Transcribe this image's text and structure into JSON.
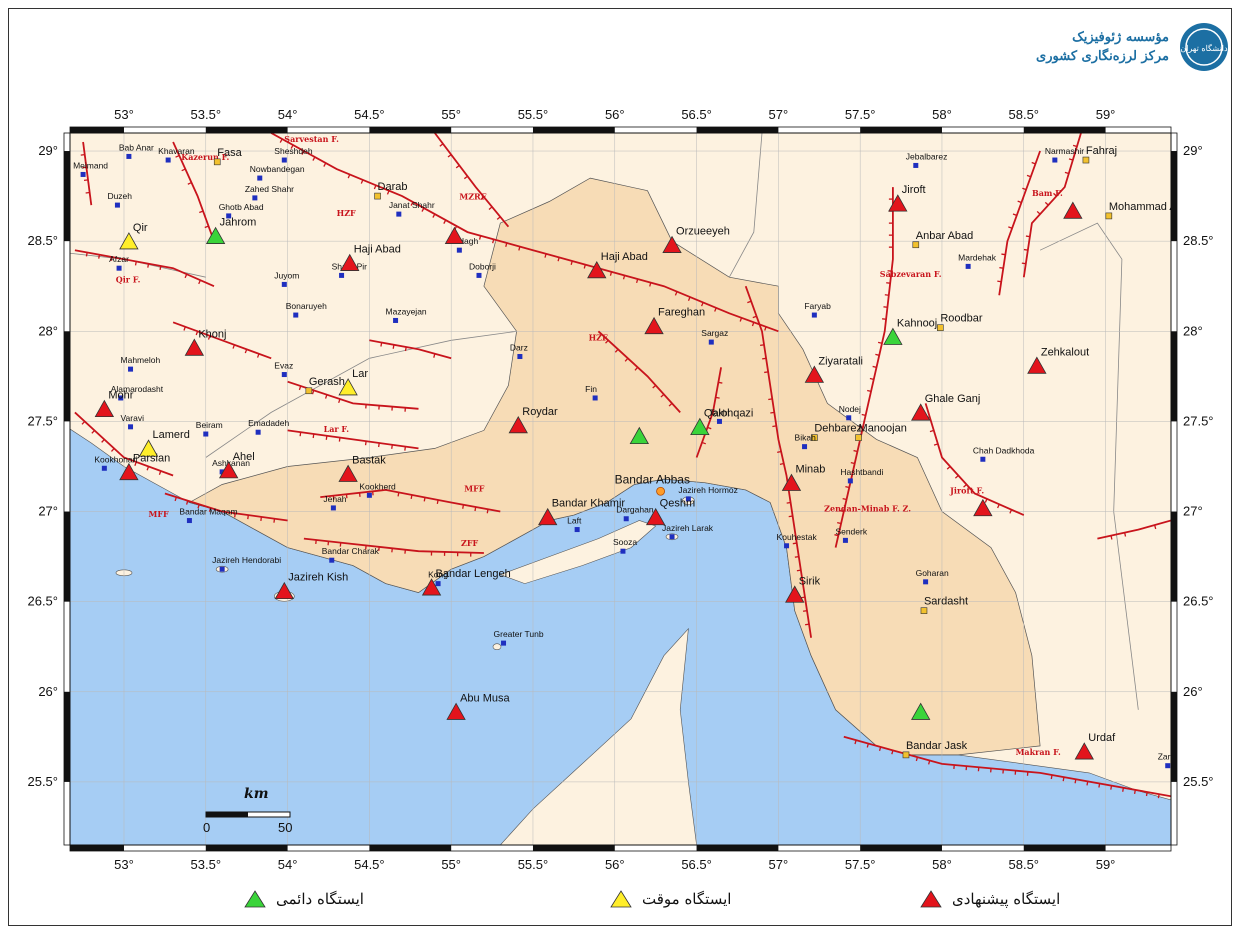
{
  "header": {
    "title_line1": "مؤسسه ژئوفیزیک",
    "title_line2": "مرکز لرزه‌نگاری کشوری",
    "logo_text": "دانشگاه تهران"
  },
  "map": {
    "lon_range": [
      52.67,
      59.4
    ],
    "lat_range": [
      25.15,
      29.1
    ],
    "lon_ticks": [
      "53°",
      "53.5°",
      "54°",
      "54.5°",
      "55°",
      "55.5°",
      "56°",
      "56.5°",
      "57°",
      "57.5°",
      "58°",
      "58.5°",
      "59°"
    ],
    "lat_ticks": [
      "25.5°",
      "26°",
      "26.5°",
      "27°",
      "27.5°",
      "28°",
      "28.5°",
      "29°"
    ],
    "colors": {
      "sea": "#a6cdf4",
      "land_study": "#f7dcb6",
      "land_other": "#fdf2e0",
      "fault": "#c8141c",
      "station_permanent": "#3ad43a",
      "station_temporary": "#ffee2a",
      "station_proposed": "#e3141c",
      "city_major": "#f2c12e",
      "city_minor": "#1f2fbf"
    },
    "scale_bar": {
      "title": "km",
      "labels": [
        "0",
        "50"
      ]
    },
    "cities": [
      {
        "name": "Bab Anar",
        "lon": 53.03,
        "lat": 28.97,
        "size": "s"
      },
      {
        "name": "Khavaran",
        "lon": 53.27,
        "lat": 28.95,
        "size": "s"
      },
      {
        "name": "Fasa",
        "lon": 53.57,
        "lat": 28.94,
        "size": "M"
      },
      {
        "name": "Sheshdeh",
        "lon": 53.98,
        "lat": 28.95,
        "size": "s"
      },
      {
        "name": "Meimand",
        "lon": 52.75,
        "lat": 28.87,
        "size": "s"
      },
      {
        "name": "Nowbandegan",
        "lon": 53.83,
        "lat": 28.85,
        "size": "s"
      },
      {
        "name": "Darab",
        "lon": 54.55,
        "lat": 28.75,
        "size": "M"
      },
      {
        "name": "Duzeh",
        "lon": 52.96,
        "lat": 28.7,
        "size": "s"
      },
      {
        "name": "Zahed Shahr",
        "lon": 53.8,
        "lat": 28.74,
        "size": "s"
      },
      {
        "name": "Janat Shahr",
        "lon": 54.68,
        "lat": 28.65,
        "size": "s"
      },
      {
        "name": "Ghotb Abad",
        "lon": 53.64,
        "lat": 28.64,
        "size": "s"
      },
      {
        "name": "Afzar",
        "lon": 52.97,
        "lat": 28.35,
        "size": "s"
      },
      {
        "name": "Juyom",
        "lon": 53.98,
        "lat": 28.26,
        "size": "s"
      },
      {
        "name": "Shahr Pir",
        "lon": 54.33,
        "lat": 28.31,
        "size": "s"
      },
      {
        "name": "Doborji",
        "lon": 55.17,
        "lat": 28.31,
        "size": "s"
      },
      {
        "name": "Fadagh",
        "lon": 55.05,
        "lat": 28.45,
        "size": "s"
      },
      {
        "name": "Bonaruyeh",
        "lon": 54.05,
        "lat": 28.09,
        "size": "s"
      },
      {
        "name": "Mazayejan",
        "lon": 54.66,
        "lat": 28.06,
        "size": "s"
      },
      {
        "name": "Darz",
        "lon": 55.42,
        "lat": 27.86,
        "size": "s"
      },
      {
        "name": "Mahmeloh",
        "lon": 53.04,
        "lat": 27.79,
        "size": "s"
      },
      {
        "name": "Evaz",
        "lon": 53.98,
        "lat": 27.76,
        "size": "s"
      },
      {
        "name": "Gerash",
        "lon": 54.13,
        "lat": 27.67,
        "size": "M"
      },
      {
        "name": "Alamarodasht",
        "lon": 52.98,
        "lat": 27.63,
        "size": "s"
      },
      {
        "name": "Varavi",
        "lon": 53.04,
        "lat": 27.47,
        "size": "s"
      },
      {
        "name": "Beiram",
        "lon": 53.5,
        "lat": 27.43,
        "size": "s"
      },
      {
        "name": "Emadadeh",
        "lon": 53.82,
        "lat": 27.44,
        "size": "s"
      },
      {
        "name": "Fin",
        "lon": 55.88,
        "lat": 27.63,
        "size": "s"
      },
      {
        "name": "Kookhonari",
        "lon": 52.88,
        "lat": 27.24,
        "size": "s"
      },
      {
        "name": "Ashkanan",
        "lon": 53.6,
        "lat": 27.22,
        "size": "s"
      },
      {
        "name": "Kookherd",
        "lon": 54.5,
        "lat": 27.09,
        "size": "s"
      },
      {
        "name": "Jenah",
        "lon": 54.28,
        "lat": 27.02,
        "size": "s"
      },
      {
        "name": "Bandar Maqam",
        "lon": 53.4,
        "lat": 26.95,
        "size": "s"
      },
      {
        "name": "Dargahan",
        "lon": 56.07,
        "lat": 26.96,
        "size": "s"
      },
      {
        "name": "Laft",
        "lon": 55.77,
        "lat": 26.9,
        "size": "s"
      },
      {
        "name": "Sooza",
        "lon": 56.05,
        "lat": 26.78,
        "size": "s"
      },
      {
        "name": "Bandar Charak",
        "lon": 54.27,
        "lat": 26.73,
        "size": "s"
      },
      {
        "name": "Jazireh Hendorabi",
        "lon": 53.6,
        "lat": 26.68,
        "size": "s"
      },
      {
        "name": "Kong",
        "lon": 54.92,
        "lat": 26.6,
        "size": "s"
      },
      {
        "name": "Greater Tunb",
        "lon": 55.32,
        "lat": 26.27,
        "size": "s"
      },
      {
        "name": "Jebalbarez",
        "lon": 57.84,
        "lat": 28.92,
        "size": "s"
      },
      {
        "name": "Narmashir",
        "lon": 58.69,
        "lat": 28.95,
        "size": "s"
      },
      {
        "name": "Fahraj",
        "lon": 58.88,
        "lat": 28.95,
        "size": "M"
      },
      {
        "name": "Mohammad Abad",
        "lon": 59.02,
        "lat": 28.64,
        "size": "M"
      },
      {
        "name": "Anbar Abad",
        "lon": 57.84,
        "lat": 28.48,
        "size": "M"
      },
      {
        "name": "Mardehak",
        "lon": 58.16,
        "lat": 28.36,
        "size": "s"
      },
      {
        "name": "Faryab",
        "lon": 57.22,
        "lat": 28.09,
        "size": "s"
      },
      {
        "name": "Roodbar",
        "lon": 57.99,
        "lat": 28.02,
        "size": "M"
      },
      {
        "name": "Sargaz",
        "lon": 56.59,
        "lat": 27.94,
        "size": "s"
      },
      {
        "name": "Nodej",
        "lon": 57.43,
        "lat": 27.52,
        "size": "s"
      },
      {
        "name": "Takht",
        "lon": 56.64,
        "lat": 27.5,
        "size": "s"
      },
      {
        "name": "Dehbarez",
        "lon": 57.22,
        "lat": 27.41,
        "size": "M"
      },
      {
        "name": "Manoojan",
        "lon": 57.49,
        "lat": 27.41,
        "size": "M"
      },
      {
        "name": "Bikah",
        "lon": 57.16,
        "lat": 27.36,
        "size": "s"
      },
      {
        "name": "Chah Dadkhoda",
        "lon": 58.25,
        "lat": 27.29,
        "size": "s"
      },
      {
        "name": "Hashtbandi",
        "lon": 57.44,
        "lat": 27.17,
        "size": "s"
      },
      {
        "name": "Jazireh Hormoz",
        "lon": 56.45,
        "lat": 27.07,
        "size": "s"
      },
      {
        "name": "Jazireh Larak",
        "lon": 56.35,
        "lat": 26.86,
        "size": "s"
      },
      {
        "name": "Kouhestak",
        "lon": 57.05,
        "lat": 26.81,
        "size": "s"
      },
      {
        "name": "Senderk",
        "lon": 57.41,
        "lat": 26.84,
        "size": "s"
      },
      {
        "name": "Goharan",
        "lon": 57.9,
        "lat": 26.61,
        "size": "s"
      },
      {
        "name": "Sardasht",
        "lon": 57.89,
        "lat": 26.45,
        "size": "M"
      },
      {
        "name": "Bandar Jask",
        "lon": 57.78,
        "lat": 25.65,
        "size": "M"
      },
      {
        "name": "Zarabad",
        "lon": 59.38,
        "lat": 25.59,
        "size": "s"
      }
    ],
    "city_label_only": [
      {
        "name": "Bandar Abbas",
        "lon": 56.28,
        "lat": 27.19
      }
    ],
    "stations": [
      {
        "name": "Jahrom",
        "lon": 53.56,
        "lat": 28.52,
        "type": "permanent"
      },
      {
        "name": "Kahnooj",
        "lon": 57.7,
        "lat": 27.96,
        "type": "permanent"
      },
      {
        "name": "",
        "lon": 56.15,
        "lat": 27.41,
        "type": "permanent"
      },
      {
        "name": "Qalohqazi",
        "lon": 56.52,
        "lat": 27.46,
        "type": "permanent"
      },
      {
        "name": "",
        "lon": 57.87,
        "lat": 25.88,
        "type": "permanent"
      },
      {
        "name": "Qir",
        "lon": 53.03,
        "lat": 28.49,
        "type": "temporary"
      },
      {
        "name": "Lar",
        "lon": 54.37,
        "lat": 27.68,
        "type": "temporary"
      },
      {
        "name": "Lamerd",
        "lon": 53.15,
        "lat": 27.34,
        "type": "temporary"
      },
      {
        "name": "Haji Abad",
        "lon": 54.38,
        "lat": 28.37,
        "type": "proposed"
      },
      {
        "name": "",
        "lon": 55.02,
        "lat": 28.52,
        "type": "proposed"
      },
      {
        "name": "Haji Abad",
        "lon": 55.89,
        "lat": 28.33,
        "type": "proposed"
      },
      {
        "name": "Orzueeyeh",
        "lon": 56.35,
        "lat": 28.47,
        "type": "proposed"
      },
      {
        "name": "Jiroft",
        "lon": 57.73,
        "lat": 28.7,
        "type": "proposed"
      },
      {
        "name": "",
        "lon": 58.8,
        "lat": 28.66,
        "type": "proposed"
      },
      {
        "name": "Fareghan",
        "lon": 56.24,
        "lat": 28.02,
        "type": "proposed"
      },
      {
        "name": "Khonj",
        "lon": 53.43,
        "lat": 27.9,
        "type": "proposed"
      },
      {
        "name": "Mohr",
        "lon": 52.88,
        "lat": 27.56,
        "type": "proposed"
      },
      {
        "name": "Ziyaratali",
        "lon": 57.22,
        "lat": 27.75,
        "type": "proposed"
      },
      {
        "name": "Zehkalout",
        "lon": 58.58,
        "lat": 27.8,
        "type": "proposed"
      },
      {
        "name": "Ghale Ganj",
        "lon": 57.87,
        "lat": 27.54,
        "type": "proposed"
      },
      {
        "name": "Roydar",
        "lon": 55.41,
        "lat": 27.47,
        "type": "proposed"
      },
      {
        "name": "Parsian",
        "lon": 53.03,
        "lat": 27.21,
        "type": "proposed"
      },
      {
        "name": "Ahel",
        "lon": 53.64,
        "lat": 27.22,
        "type": "proposed"
      },
      {
        "name": "Bastak",
        "lon": 54.37,
        "lat": 27.2,
        "type": "proposed"
      },
      {
        "name": "Minab",
        "lon": 57.08,
        "lat": 27.15,
        "type": "proposed"
      },
      {
        "name": "",
        "lon": 58.25,
        "lat": 27.01,
        "type": "proposed"
      },
      {
        "name": "Bandar Khamir",
        "lon": 55.59,
        "lat": 26.96,
        "type": "proposed"
      },
      {
        "name": "Qeshm",
        "lon": 56.25,
        "lat": 26.96,
        "type": "proposed"
      },
      {
        "name": "Jazireh Kish",
        "lon": 53.98,
        "lat": 26.55,
        "type": "proposed"
      },
      {
        "name": "Bandar Lengeh",
        "lon": 54.88,
        "lat": 26.57,
        "type": "proposed"
      },
      {
        "name": "Sirik",
        "lon": 57.1,
        "lat": 26.53,
        "type": "proposed"
      },
      {
        "name": "Abu Musa",
        "lon": 55.03,
        "lat": 25.88,
        "type": "proposed"
      },
      {
        "name": "Urdaf",
        "lon": 58.87,
        "lat": 25.66,
        "type": "proposed"
      }
    ],
    "fault_labels": [
      {
        "text": "HZF",
        "lon": 54.3,
        "lat": 28.64
      },
      {
        "text": "MZRF",
        "lon": 55.05,
        "lat": 28.73
      },
      {
        "text": "HZF",
        "lon": 55.84,
        "lat": 27.95
      },
      {
        "text": "Qir F.",
        "lon": 52.95,
        "lat": 28.27
      },
      {
        "text": "Lar F.",
        "lon": 54.22,
        "lat": 27.44
      },
      {
        "text": "MFF",
        "lon": 55.08,
        "lat": 27.11
      },
      {
        "text": "MFF",
        "lon": 53.15,
        "lat": 26.97
      },
      {
        "text": "ZFF",
        "lon": 55.06,
        "lat": 26.81
      },
      {
        "text": "Makran F.",
        "lon": 58.45,
        "lat": 25.65
      },
      {
        "text": "Jiroft F.",
        "lon": 58.05,
        "lat": 27.1
      },
      {
        "text": "Sabzevaran F.",
        "lon": 57.62,
        "lat": 28.3
      },
      {
        "text": "Zendan-Minab F. Z.",
        "lon": 57.28,
        "lat": 27.0
      },
      {
        "text": "Bam F.",
        "lon": 58.55,
        "lat": 28.75
      },
      {
        "text": "Kazerun F.",
        "lon": 53.35,
        "lat": 28.95
      },
      {
        "text": "Sarvestan F.",
        "lon": 53.98,
        "lat": 29.05
      }
    ]
  },
  "legend": {
    "permanent": "ایستگاه دائمی",
    "temporary": "ایستگاه موقت",
    "proposed": "ایستگاه پیشنهادی"
  }
}
